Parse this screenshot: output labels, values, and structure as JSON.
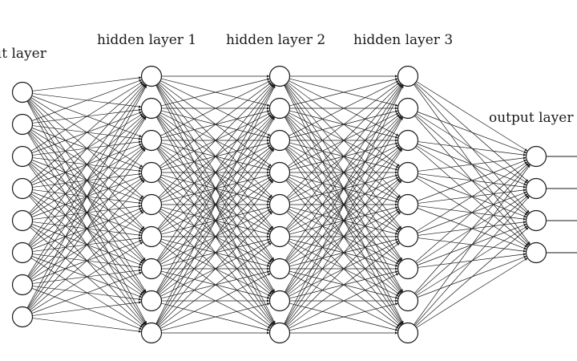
{
  "diagram": {
    "type": "feedforward-neural-network",
    "colors": {
      "edge": "#1a1a1a",
      "node_stroke": "#1a1a1a",
      "node_fill": "#ffffff",
      "label": "#1a1a1a",
      "background": "#ffffff"
    },
    "connectivity": "fully-connected",
    "arrowheads": true,
    "layers": [
      {
        "id": "input",
        "label": "input layer",
        "nodes": 8
      },
      {
        "id": "hidden1",
        "label": "hidden layer 1",
        "nodes": 9
      },
      {
        "id": "hidden2",
        "label": "hidden layer 2",
        "nodes": 9
      },
      {
        "id": "hidden3",
        "label": "hidden layer 3",
        "nodes": 9
      },
      {
        "id": "output",
        "label": "output layer",
        "nodes": 4
      }
    ],
    "output_edges": true
  }
}
